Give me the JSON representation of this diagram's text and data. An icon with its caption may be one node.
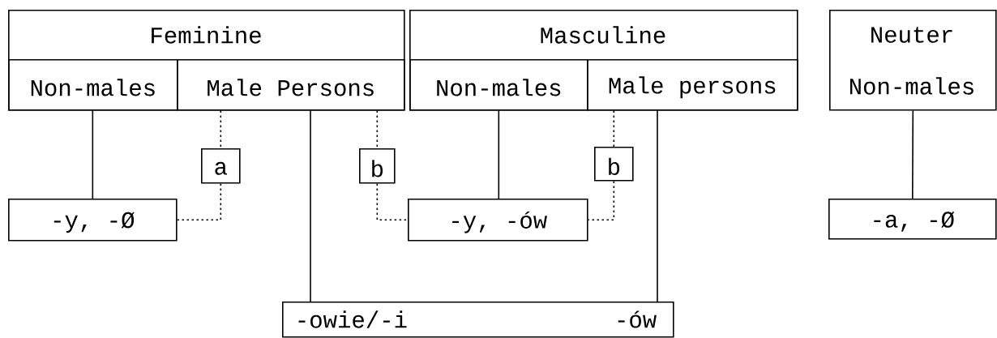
{
  "diagram": {
    "nodes": [
      {
        "text": [
          "Feminine"
        ]
      },
      {
        "text": [
          "Non-males"
        ],
        "in": 0
      },
      {
        "text": [
          "Male Persons"
        ],
        "in": 0
      },
      {
        "text": [
          "Masculine"
        ]
      },
      {
        "text": [
          "Non-males"
        ],
        "in": 3
      },
      {
        "text": [
          "Male persons"
        ],
        "in": 3
      },
      {
        "text": [
          "Neuter",
          "Non-males"
        ]
      },
      {
        "text": [
          "a"
        ]
      },
      {
        "text": [
          "b"
        ]
      },
      {
        "text": [
          "b"
        ]
      },
      {
        "text": [
          "-y,   -Ø"
        ]
      },
      {
        "text": [
          "-y,   -ów"
        ]
      },
      {
        "text": [
          "-a,   -Ø"
        ]
      },
      {
        "text": [
          "-owie/-i",
          "-ów"
        ]
      }
    ],
    "edges": [
      {
        "from": 1,
        "to": 10,
        "arrow": "none"
      },
      {
        "from": 2,
        "to": 7,
        "arrow": "none",
        "style": "dashed"
      },
      {
        "from": 7,
        "to": 10,
        "arrow": "none",
        "style": "dashed"
      },
      {
        "from": 2,
        "to": 13,
        "arrow": "none"
      },
      {
        "from": 2,
        "to": 8,
        "arrow": "none",
        "style": "dashed"
      },
      {
        "from": 8,
        "to": 11,
        "arrow": "none",
        "style": "dashed"
      },
      {
        "from": 4,
        "to": 11,
        "arrow": "none"
      },
      {
        "from": 5,
        "to": 9,
        "arrow": "none",
        "style": "dashed"
      },
      {
        "from": 9,
        "to": 11,
        "arrow": "none",
        "style": "dashed"
      },
      {
        "from": 5,
        "to": 13,
        "arrow": "none"
      },
      {
        "from": 6,
        "to": 12,
        "arrow": "none"
      }
    ]
  }
}
